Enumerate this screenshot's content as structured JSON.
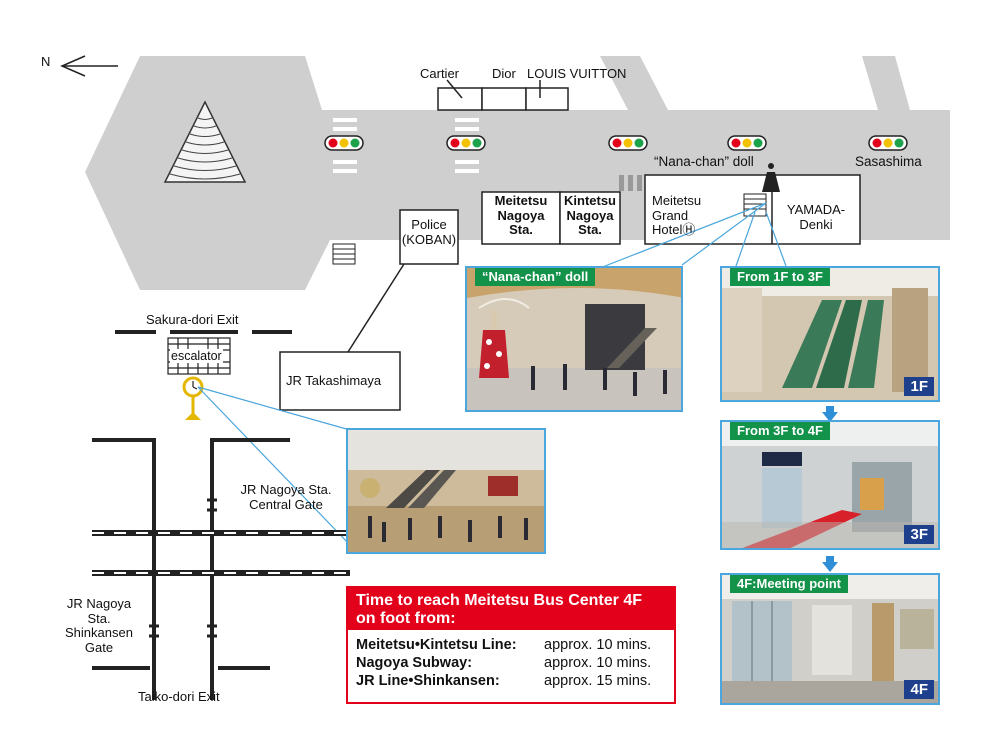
{
  "compass": {
    "label": "N"
  },
  "shops": {
    "cartier": "Cartier",
    "dior": "Dior",
    "louis_vuitton": "LOUIS VUITTON"
  },
  "landmarks": {
    "nana_chan": "“Nana-chan” doll",
    "sasashima": "Sasashima",
    "meitetsu_nagoya": "Meitetsu\nNagoya\nSta.",
    "kintetsu_nagoya": "Kintetsu\nNagoya\nSta.",
    "meitetsu_grand_hotel": "Meitetsu\nGrand\nHotelⒽ",
    "yamada_denki": "YAMADA-\nDenki",
    "police": "Police\n(KOBAN)",
    "jr_takashimaya": "JR Takashimaya",
    "sakura_dori_exit": "Sakura-dori Exit",
    "escalator": "escalator",
    "jr_central_gate": "JR Nagoya Sta.\nCentral Gate",
    "jr_shinkansen_gate": "JR Nagoya Sta.\nShinkansen\nGate",
    "taiko_dori_exit": "Taiko-dori Exit"
  },
  "photos": {
    "nana_chan": {
      "tag": "“Nana-chan” doll"
    },
    "step1": {
      "tag": "From 1F to 3F",
      "floor": "1F"
    },
    "step2": {
      "tag": "From 3F to 4F",
      "floor": "3F"
    },
    "step3": {
      "tag": "4F:Meeting point",
      "floor": "4F"
    }
  },
  "time_box": {
    "title": "Time to reach Meitetsu Bus Center 4F\non foot from:",
    "rows": [
      {
        "origin": "Meitetsu•Kintetsu Line:",
        "duration": "approx. 10 mins."
      },
      {
        "origin": "Nagoya Subway:",
        "duration": "approx. 10 mins."
      },
      {
        "origin": "JR Line•Shinkansen:",
        "duration": "approx. 15 mins."
      }
    ]
  },
  "colors": {
    "road": "#cfcfcf",
    "line_blue": "#4aa6dc",
    "tag_green": "#13924a",
    "floor_navy": "#1d3f8c",
    "alert_red": "#e3001b"
  }
}
